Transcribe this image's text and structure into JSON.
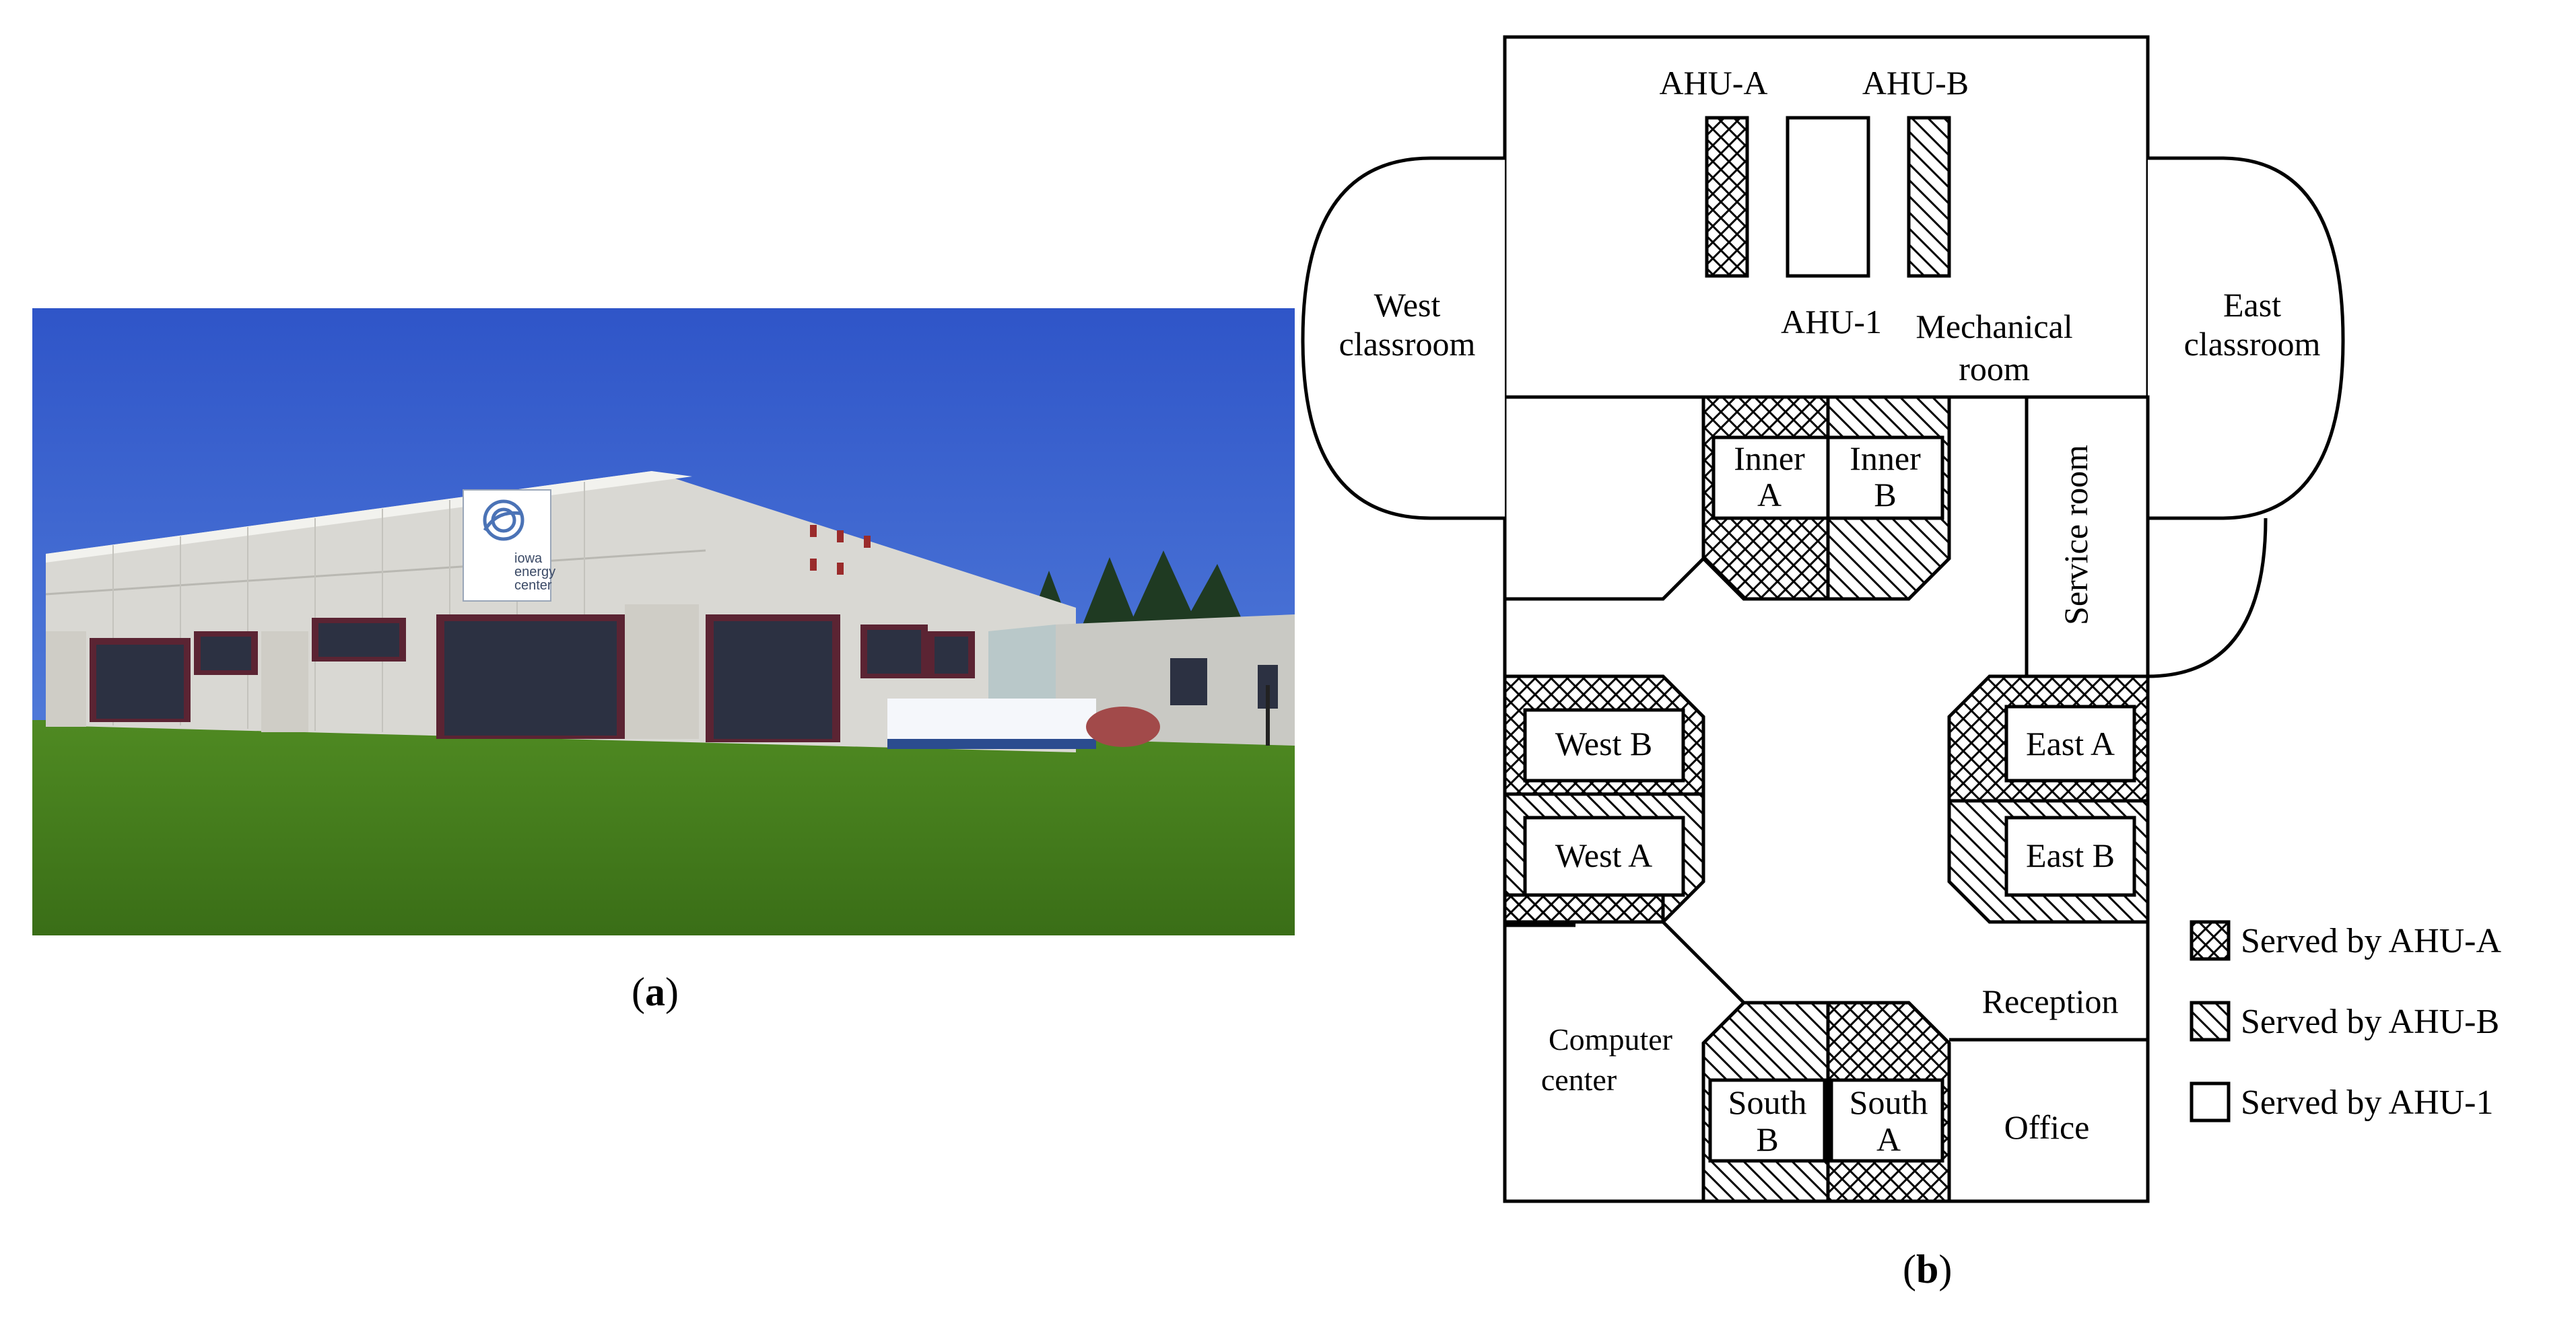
{
  "panel_a": {
    "caption_letter": "a",
    "sign_lines": [
      "iowa",
      "energy",
      "center"
    ]
  },
  "panel_b": {
    "caption_letter": "b",
    "units": {
      "ahu_a": "AHU-A",
      "ahu_b": "AHU-B",
      "ahu_1": "AHU-1"
    },
    "rooms": {
      "mechanical_line1": "Mechanical",
      "mechanical_line2": "room",
      "west_classroom_line1": "West",
      "west_classroom_line2": "classroom",
      "east_classroom_line1": "East",
      "east_classroom_line2": "classroom",
      "service_room": "Service room",
      "inner_a_line1": "Inner",
      "inner_a_line2": "A",
      "inner_b_line1": "Inner",
      "inner_b_line2": "B",
      "west_b": "West B",
      "west_a": "West A",
      "east_a": "East A",
      "east_b": "East B",
      "reception": "Reception",
      "computer_center_line1": "Computer",
      "computer_center_line2": "center",
      "south_b_line1": "South",
      "south_b_line2": "B",
      "south_a_line1": "South",
      "south_a_line2": "A",
      "office": "Office"
    },
    "legend": [
      {
        "pattern": "crosshatch",
        "label": "Served by AHU-A"
      },
      {
        "pattern": "diagonal",
        "label": "Served by AHU-B"
      },
      {
        "pattern": "none",
        "label": "Served by AHU-1"
      }
    ]
  }
}
